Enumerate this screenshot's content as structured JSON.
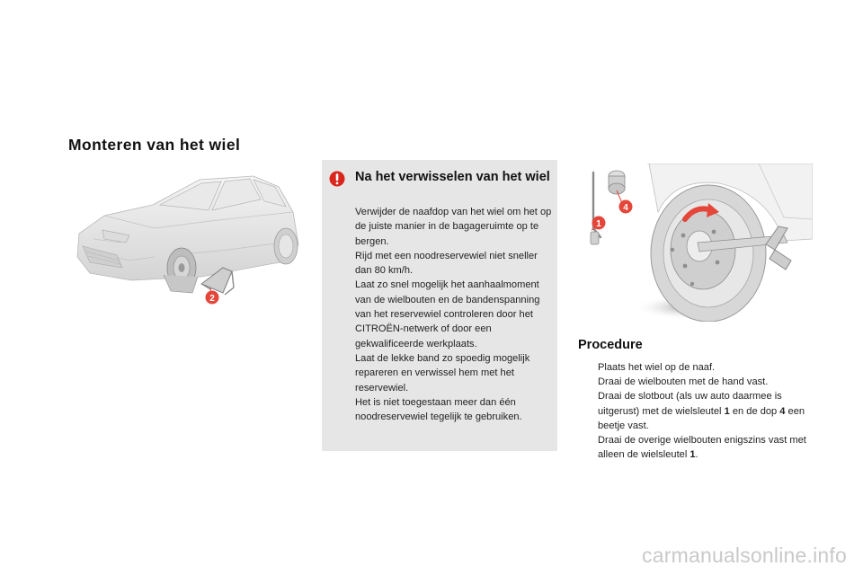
{
  "page": {
    "title": "Monteren van het wiel"
  },
  "car_illustration": {
    "callout_2": "2"
  },
  "wheel_illustration": {
    "callout_1": "1",
    "callout_4": "4"
  },
  "warning": {
    "icon": "exclamation-icon",
    "icon_color": "#d9251c",
    "title": "Na het verwisselen van het wiel",
    "paragraphs": [
      "Verwijder de naafdop van het wiel om het op de juiste manier in de bagageruimte op te bergen.",
      "Rijd met een noodreservewiel niet sneller dan 80 km/h.",
      "Laat zo snel mogelijk het aanhaalmoment van de wielbouten en de bandenspanning van het reservewiel controleren door het CITROËN-netwerk of door een gekwalificeerde werkplaats.",
      "Laat de lekke band zo spoedig mogelijk repareren en verwissel hem met het reservewiel.",
      "Het is niet toegestaan meer dan één noodreservewiel tegelijk te gebruiken."
    ]
  },
  "procedure": {
    "title": "Procedure",
    "bullet_glyph": "",
    "steps": [
      {
        "text": "Plaats het wiel op de naaf."
      },
      {
        "text": "Draai de wielbouten met de hand vast."
      },
      {
        "text_a": "Draai de slotbout (als uw auto daarmee is uitgerust) met de wielsleutel ",
        "ref_a": "1",
        "text_b": " en de dop ",
        "ref_b": "4",
        "text_c": " een beetje vast."
      },
      {
        "text_a": "Draai de overige wielbouten enigszins vast met alleen de wielsleutel ",
        "ref_a": "1",
        "text_b": "."
      }
    ]
  },
  "accent_color": "#e4463a",
  "watermark": "carmanualsonline.info"
}
